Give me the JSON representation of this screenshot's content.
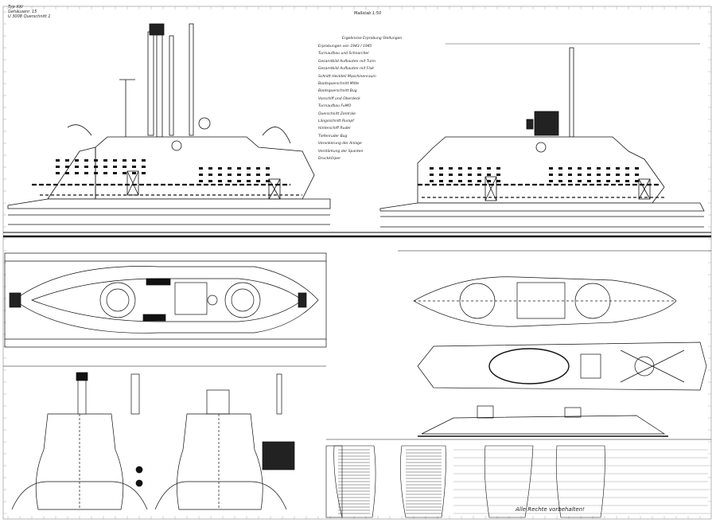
{
  "title_block": {
    "type": "Typ XXI",
    "line2": "Gehäusenr. 15",
    "line3": "U 3008  Querschnitt 1"
  },
  "scale": "Maßstab 1:50",
  "legend_heading": "Ergebnisse Erprobung Stellungen",
  "legend_items": [
    "Erprobungen von 1943 / 1945",
    "Turmaufbau und Schnorchel",
    "Gesamtbild Aufbauten mit Turm",
    "Gesamtbild Aufbauten mit Flak",
    "Schnitt Heckteil Maschinenraum",
    "Bootsquerschnitt Mitte",
    "Bootsquerschnitt Bug",
    "Vorschiff und Oberdeck",
    "Turmaufbau FuMO",
    "Querschnitt Zentrale",
    "Längsschnitt Rumpf",
    "Hinterschiff Ruder",
    "Tiefenruder Bug",
    "Verankerung der Anlage",
    "Verstärkung der Spanten",
    "Druckkörper"
  ],
  "footer_note": "Alle Rechte vorbehalten!"
}
